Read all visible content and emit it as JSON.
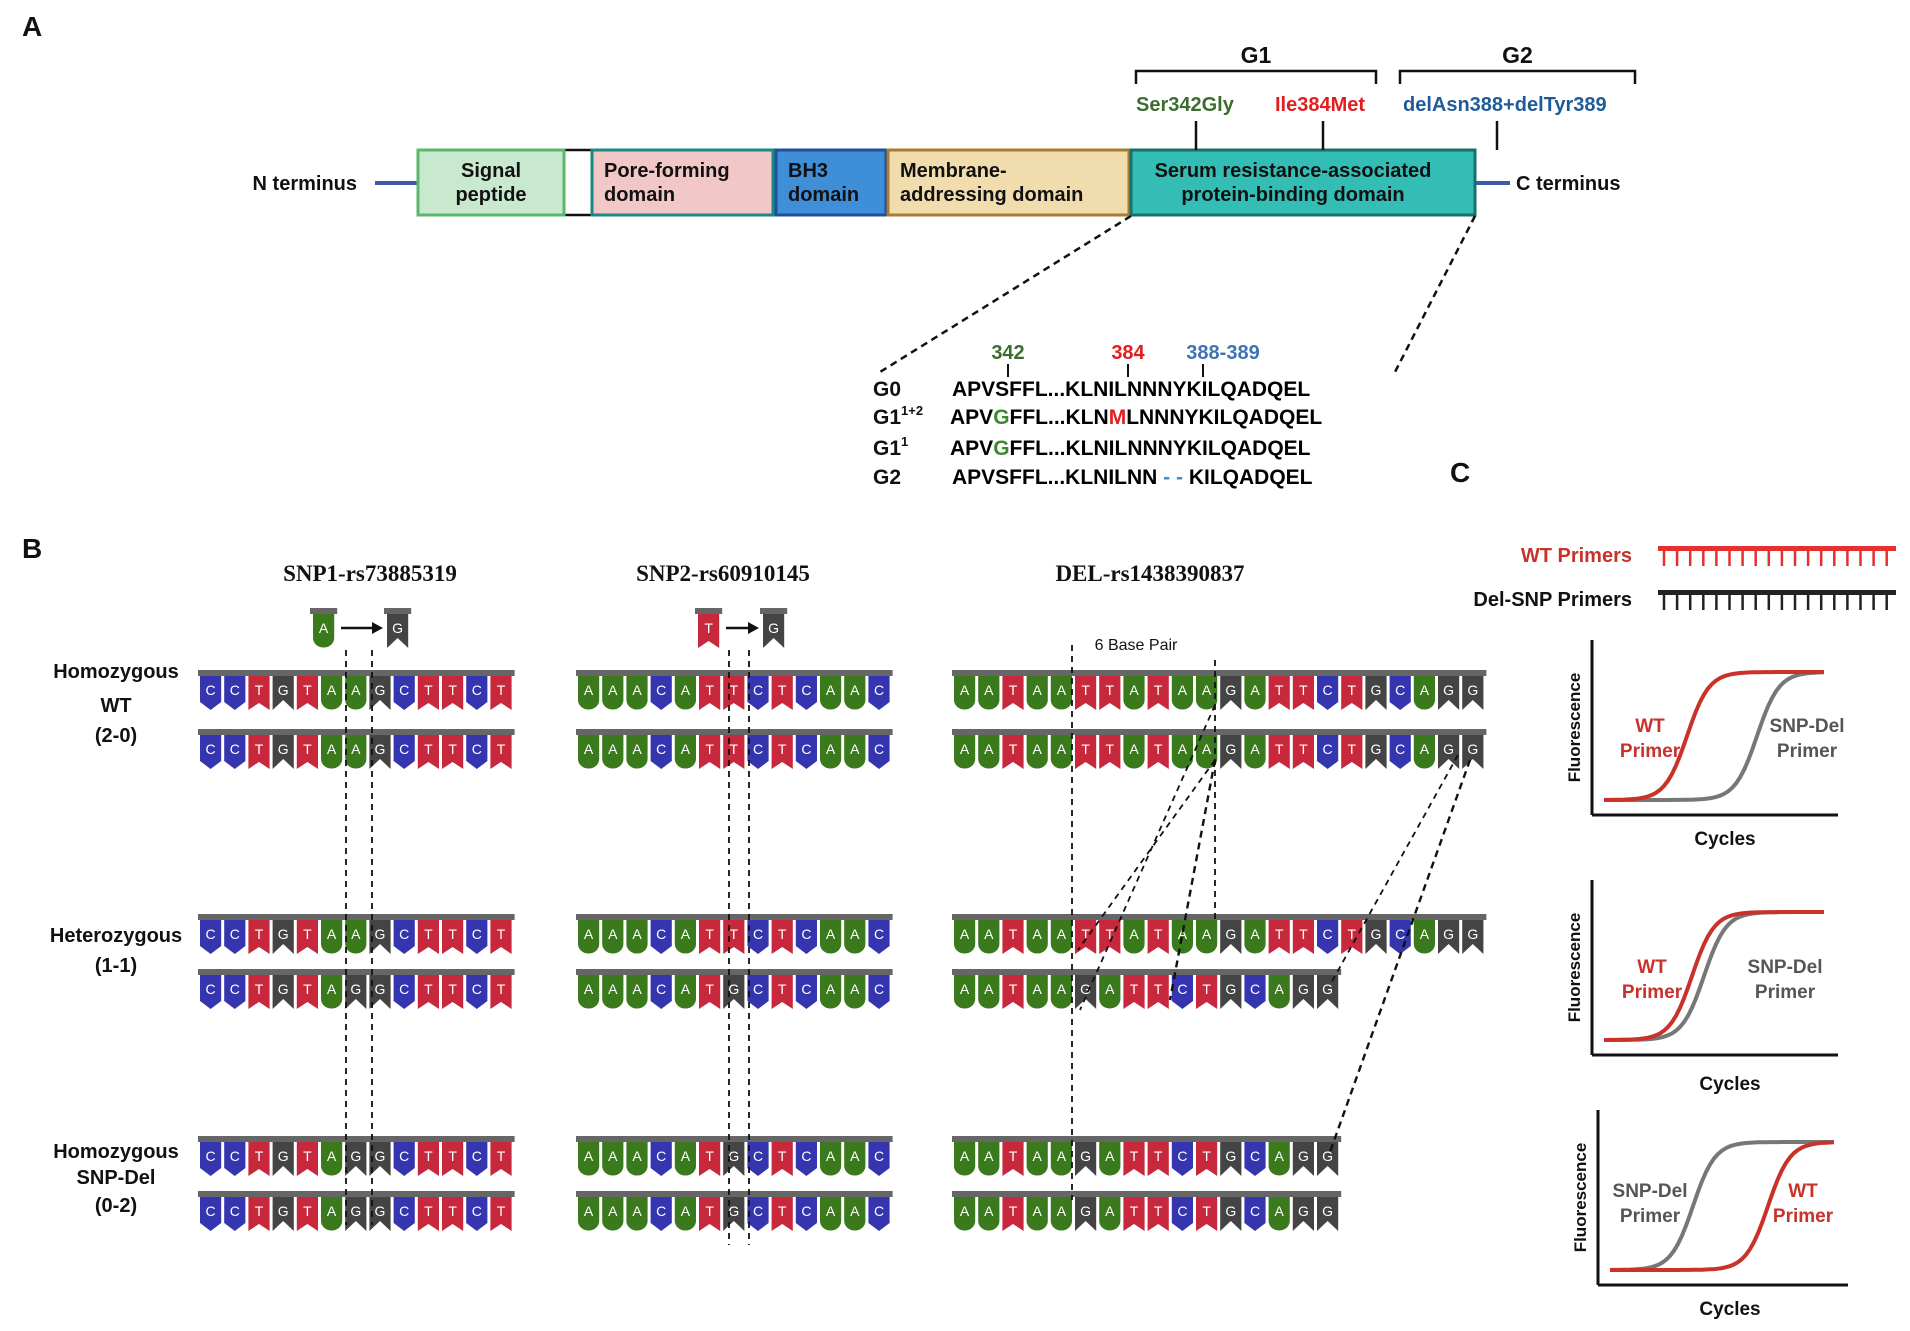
{
  "panels": {
    "a": "A",
    "b": "B",
    "c": "C"
  },
  "protein": {
    "n_terminus": "N terminus",
    "c_terminus": "C terminus",
    "domains": [
      {
        "lines": [
          "Signal",
          "peptide"
        ],
        "fill": "#c9e9cf",
        "stroke": "#5bb86a"
      },
      {
        "lines": [
          "Pore-forming",
          "domain"
        ],
        "fill": "#f2c7c7",
        "stroke": "#1a8a80"
      },
      {
        "lines": [
          "BH3",
          "domain"
        ],
        "fill": "#3f8fd8",
        "stroke": "#1f4f9a"
      },
      {
        "lines": [
          "Membrane-",
          "addressing domain"
        ],
        "fill": "#f1dcae",
        "stroke": "#a87a33"
      },
      {
        "lines": [
          "Serum resistance-associated",
          "protein-binding domain"
        ],
        "fill": "#33bdb5",
        "stroke": "#18706c"
      }
    ],
    "groups": [
      {
        "label": "G1",
        "mutations": [
          {
            "text": "Ser342Gly",
            "color": "#3b6e2e"
          },
          {
            "text": "Ile384Met",
            "color": "#e02020"
          }
        ]
      },
      {
        "label": "G2",
        "mutations": [
          {
            "text": "delAsn388+delTyr389",
            "color": "#1f5b98"
          }
        ]
      }
    ]
  },
  "alignment": {
    "positions": [
      {
        "text": "342",
        "color": "#3b6e2e"
      },
      {
        "text": "384",
        "color": "#e02020"
      },
      {
        "text": "388-389",
        "color": "#3f73b6"
      }
    ],
    "rows": [
      {
        "name": "G0",
        "sup": "",
        "parts": [
          {
            "t": "APVSFFL...KLNILNNNYKILQADQEL",
            "c": "#000"
          }
        ]
      },
      {
        "name": "G1",
        "sup": "1+2",
        "parts": [
          {
            "t": "APV",
            "c": "#000"
          },
          {
            "t": "G",
            "c": "#3b8a2e"
          },
          {
            "t": "FFL...KLN",
            "c": "#000"
          },
          {
            "t": "M",
            "c": "#e02020"
          },
          {
            "t": "LNNNYKILQADQEL",
            "c": "#000"
          }
        ]
      },
      {
        "name": "G1",
        "sup": "1",
        "parts": [
          {
            "t": "APV",
            "c": "#000"
          },
          {
            "t": "G",
            "c": "#3b8a2e"
          },
          {
            "t": "FFL...KLNILNNNYKILQADQEL",
            "c": "#000"
          }
        ]
      },
      {
        "name": "G2",
        "sup": "",
        "parts": [
          {
            "t": "APVSFFL...KLNILNN ",
            "c": "#000"
          },
          {
            "t": "- -",
            "c": "#3f8fd8"
          },
          {
            "t": " KILQADQEL",
            "c": "#000"
          }
        ]
      }
    ]
  },
  "genotypes": [
    {
      "lines": [
        "Homozygous",
        "WT",
        "(2-0)"
      ]
    },
    {
      "lines": [
        "Heterozygous",
        "(1-1)"
      ]
    },
    {
      "lines": [
        "Homozygous",
        "SNP-Del",
        "(0-2)"
      ]
    }
  ],
  "snps": [
    {
      "title": "SNP1-rs73885319",
      "ref": "A",
      "alt": "G",
      "strands": [
        "CCTGTAAGCTTCT",
        "CCTGTAAGCTTCT",
        "CCTGTAAGCTTCT",
        "CCTGTAGGCTTCT",
        "CCTGTAGGCTTCT",
        "CCTGTAGGCTTCT"
      ]
    },
    {
      "title": "SNP2-rs60910145",
      "ref": "T",
      "alt": "G",
      "strands": [
        "AAACATTCTCAAC",
        "AAACATTCTCAAC",
        "AAACATTCTCAAC",
        "AAACATGCTCAAC",
        "AAACATGCTCAAC",
        "AAACATGCTCAAC"
      ]
    },
    {
      "title": "DEL-rs1438390837",
      "note": "6 Base Pair",
      "strands": [
        "AATAATTATAAGATTCTGCAGG",
        "AATAATTATAAGATTCTGCAGG",
        "AATAATTATAAGATTCTGCAGG",
        "AATAAGATTCTGCAGG",
        "AATAAGATTCTGCAGG",
        "AATAAGATTCTGCAGG"
      ]
    }
  ],
  "bases": {
    "A": {
      "fill": "#3a7a1c",
      "shape": "round"
    },
    "T": {
      "fill": "#c8283c",
      "shape": "flag"
    },
    "C": {
      "fill": "#3535b0",
      "shape": "point"
    },
    "G": {
      "fill": "#444444",
      "shape": "notch"
    }
  },
  "primers": [
    {
      "label": "WT Primers",
      "color": "#c8322b",
      "line": "#e53030"
    },
    {
      "label": "Del-SNP Primers",
      "color": "#111111",
      "line": "#222222"
    }
  ],
  "curves": [
    {
      "ylabel": "Fluorescence",
      "xlabel": "Cycles",
      "wt": "WT Primer",
      "del": "SNP-Del Primer",
      "order": "wt-first"
    },
    {
      "ylabel": "Fluorescence",
      "xlabel": "Cycles",
      "wt": "WT Primer",
      "del": "SNP-Del Primer",
      "order": "same"
    },
    {
      "ylabel": "Fluorescence",
      "xlabel": "Cycles",
      "wt": "WT Primer",
      "del": "SNP-Del Primer",
      "order": "del-first"
    }
  ],
  "colors": {
    "wt_curve": "#c8322b",
    "del_curve": "#777777",
    "terminus_line": "#3f5aa8"
  }
}
